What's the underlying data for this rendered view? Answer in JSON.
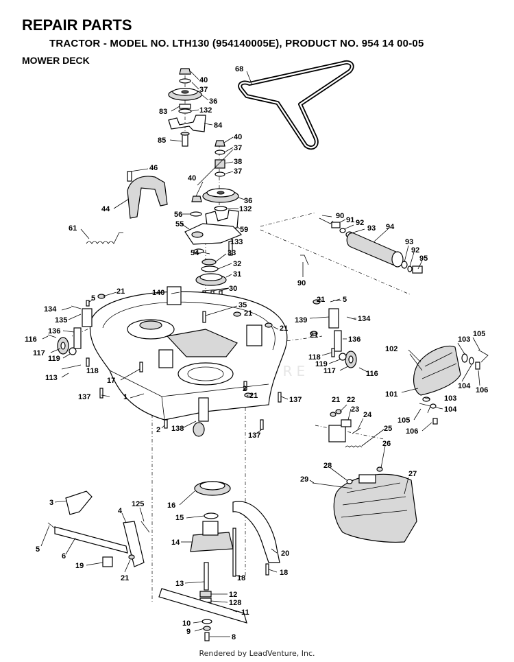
{
  "header": {
    "title": "REPAIR PARTS",
    "subtitle": "TRACTOR - MODEL NO. LTH130 (954140005E), PRODUCT NO. 954 14 00-05",
    "section": "MOWER DECK"
  },
  "watermark": "LEADVENTURE",
  "footer": "Rendered by LeadVenture, Inc.",
  "labels": [
    {
      "id": "l40a",
      "text": "40"
    },
    {
      "id": "l37a",
      "text": "37"
    },
    {
      "id": "l36a",
      "text": "36"
    },
    {
      "id": "l83",
      "text": "83"
    },
    {
      "id": "l132a",
      "text": "132"
    },
    {
      "id": "l84",
      "text": "84"
    },
    {
      "id": "l85",
      "text": "85"
    },
    {
      "id": "l68",
      "text": "68"
    },
    {
      "id": "l40b",
      "text": "40"
    },
    {
      "id": "l37b",
      "text": "37"
    },
    {
      "id": "l38",
      "text": "38"
    },
    {
      "id": "l37c",
      "text": "37"
    },
    {
      "id": "l40c",
      "text": "40"
    },
    {
      "id": "l36b",
      "text": "36"
    },
    {
      "id": "l132b",
      "text": "132"
    },
    {
      "id": "l46",
      "text": "46"
    },
    {
      "id": "l44",
      "text": "44"
    },
    {
      "id": "l56",
      "text": "56"
    },
    {
      "id": "l55",
      "text": "55"
    },
    {
      "id": "l59",
      "text": "59"
    },
    {
      "id": "l133",
      "text": "133"
    },
    {
      "id": "l54",
      "text": "54"
    },
    {
      "id": "l33",
      "text": "33"
    },
    {
      "id": "l32",
      "text": "32"
    },
    {
      "id": "l31",
      "text": "31"
    },
    {
      "id": "l30",
      "text": "30"
    },
    {
      "id": "l61",
      "text": "61"
    },
    {
      "id": "l90a",
      "text": "90"
    },
    {
      "id": "l91",
      "text": "91"
    },
    {
      "id": "l92a",
      "text": "92"
    },
    {
      "id": "l93a",
      "text": "93"
    },
    {
      "id": "l94",
      "text": "94"
    },
    {
      "id": "l93b",
      "text": "93"
    },
    {
      "id": "l92b",
      "text": "92"
    },
    {
      "id": "l95",
      "text": "95"
    },
    {
      "id": "l90b",
      "text": "90"
    },
    {
      "id": "l21a",
      "text": "21"
    },
    {
      "id": "l140",
      "text": "140"
    },
    {
      "id": "l5a",
      "text": "5"
    },
    {
      "id": "l134a",
      "text": "134"
    },
    {
      "id": "l135",
      "text": "135"
    },
    {
      "id": "l136a",
      "text": "136"
    },
    {
      "id": "l116a",
      "text": "116"
    },
    {
      "id": "l117a",
      "text": "117"
    },
    {
      "id": "l119a",
      "text": "119"
    },
    {
      "id": "l118a",
      "text": "118"
    },
    {
      "id": "l113",
      "text": "113"
    },
    {
      "id": "l17",
      "text": "17"
    },
    {
      "id": "l137a",
      "text": "137"
    },
    {
      "id": "l1",
      "text": "1"
    },
    {
      "id": "l35",
      "text": "35"
    },
    {
      "id": "l21b",
      "text": "21"
    },
    {
      "id": "l21c",
      "text": "21"
    },
    {
      "id": "l5b",
      "text": "5"
    },
    {
      "id": "l134b",
      "text": "134"
    },
    {
      "id": "l139",
      "text": "139"
    },
    {
      "id": "l21d",
      "text": "21"
    },
    {
      "id": "l21e",
      "text": "21"
    },
    {
      "id": "l136b",
      "text": "136"
    },
    {
      "id": "l118b",
      "text": "118"
    },
    {
      "id": "l119b",
      "text": "119"
    },
    {
      "id": "l117b",
      "text": "117"
    },
    {
      "id": "l116b",
      "text": "116"
    },
    {
      "id": "l2a",
      "text": "2"
    },
    {
      "id": "l21f",
      "text": "21"
    },
    {
      "id": "l137b",
      "text": "137"
    },
    {
      "id": "l2b",
      "text": "2"
    },
    {
      "id": "l138",
      "text": "138"
    },
    {
      "id": "l137c",
      "text": "137"
    },
    {
      "id": "l102",
      "text": "102"
    },
    {
      "id": "l103a",
      "text": "103"
    },
    {
      "id": "l105a",
      "text": "105"
    },
    {
      "id": "l104a",
      "text": "104"
    },
    {
      "id": "l106a",
      "text": "106"
    },
    {
      "id": "l101",
      "text": "101"
    },
    {
      "id": "l103b",
      "text": "103"
    },
    {
      "id": "l104b",
      "text": "104"
    },
    {
      "id": "l105b",
      "text": "105"
    },
    {
      "id": "l106b",
      "text": "106"
    },
    {
      "id": "l21g",
      "text": "21"
    },
    {
      "id": "l22",
      "text": "22"
    },
    {
      "id": "l23",
      "text": "23"
    },
    {
      "id": "l24",
      "text": "24"
    },
    {
      "id": "l25",
      "text": "25"
    },
    {
      "id": "l26",
      "text": "26"
    },
    {
      "id": "l27",
      "text": "27"
    },
    {
      "id": "l28",
      "text": "28"
    },
    {
      "id": "l29",
      "text": "29"
    },
    {
      "id": "l3",
      "text": "3"
    },
    {
      "id": "l4",
      "text": "4"
    },
    {
      "id": "l125",
      "text": "125"
    },
    {
      "id": "l5c",
      "text": "5"
    },
    {
      "id": "l6",
      "text": "6"
    },
    {
      "id": "l19",
      "text": "19"
    },
    {
      "id": "l21h",
      "text": "21"
    },
    {
      "id": "l16",
      "text": "16"
    },
    {
      "id": "l15",
      "text": "15"
    },
    {
      "id": "l14",
      "text": "14"
    },
    {
      "id": "l20",
      "text": "20"
    },
    {
      "id": "l18a",
      "text": "18"
    },
    {
      "id": "l18b",
      "text": "18"
    },
    {
      "id": "l13",
      "text": "13"
    },
    {
      "id": "l12",
      "text": "12"
    },
    {
      "id": "l128",
      "text": "128"
    },
    {
      "id": "l11",
      "text": "11"
    },
    {
      "id": "l10",
      "text": "10"
    },
    {
      "id": "l9",
      "text": "9"
    },
    {
      "id": "l8",
      "text": "8"
    }
  ]
}
